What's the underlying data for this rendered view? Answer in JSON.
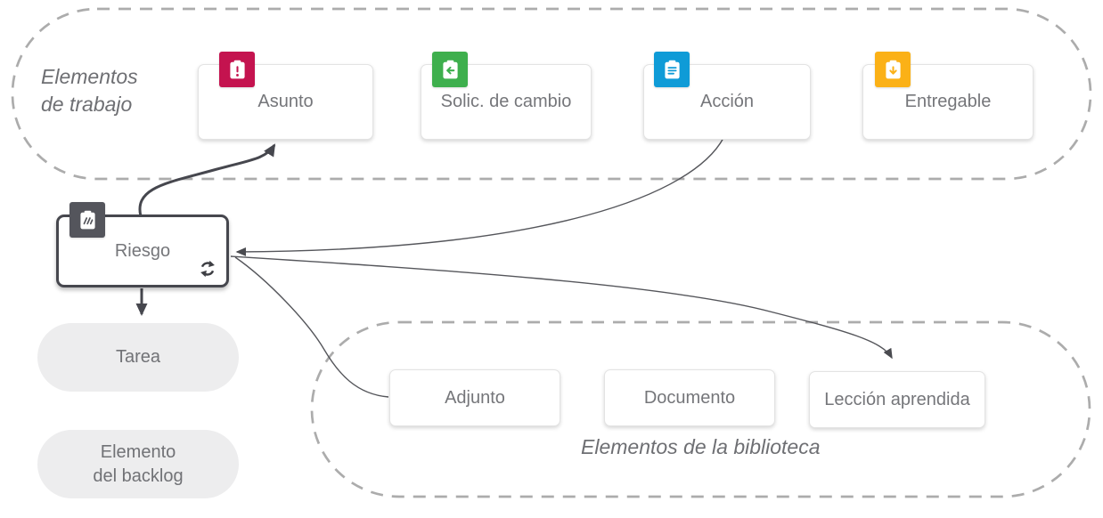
{
  "work_group": {
    "label_line_1": "Elementos",
    "label_line_2": "de trabajo",
    "items": [
      {
        "label": "Asunto",
        "icon": "clipboard-exclamation-icon",
        "color": "#C4134F"
      },
      {
        "label": "Solic. de cambio",
        "icon": "clipboard-arrow-left-icon",
        "color": "#3EAF4D"
      },
      {
        "label": "Acción",
        "icon": "clipboard-list-icon",
        "color": "#0F9BD7"
      },
      {
        "label": "Entregable",
        "icon": "clipboard-arrow-down-icon",
        "color": "#FBB117"
      }
    ]
  },
  "risk_node": {
    "label": "Riesgo",
    "icon": "clipboard-risk-icon",
    "icon_color": "#54555C",
    "sync_icon": "sync-arrows-icon"
  },
  "task_node": {
    "label": "Tarea"
  },
  "backlog_node": {
    "label_line_1": "Elemento",
    "label_line_2": "del backlog"
  },
  "library_group": {
    "label": "Elementos de la biblioteca",
    "items": [
      {
        "label": "Adjunto"
      },
      {
        "label": "Documento"
      },
      {
        "label": "Lección aprendida"
      }
    ]
  },
  "connections": [
    {
      "from": "Riesgo",
      "to": "Asunto"
    },
    {
      "from": "Riesgo",
      "to": "Tarea"
    },
    {
      "from": "Acción",
      "to": "Riesgo"
    },
    {
      "from": "Adjunto",
      "to": "Riesgo"
    },
    {
      "from": "Riesgo",
      "to": "Lección aprendida"
    }
  ],
  "colors": {
    "thick_arrow": "#46474E",
    "thin_arrow": "#55565B",
    "dashed_border": "#ACACAC"
  }
}
